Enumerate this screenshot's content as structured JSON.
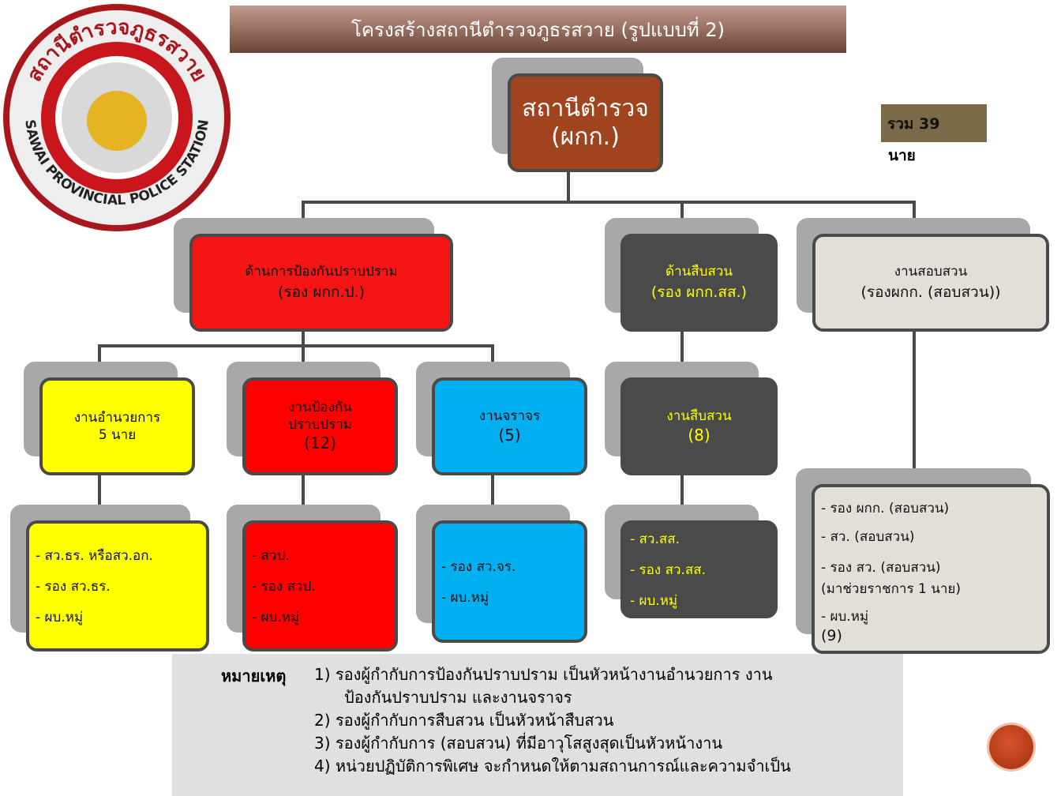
{
  "title": "โครงสร้างสถานีตำรวจภูธรสวาย (รูปแบบที่ 2)",
  "logo": {
    "text_top": "สถานีตำรวจภูธรสวาย",
    "text_bottom": "SAWAI PROVINCIAL POLICE STATION"
  },
  "total": {
    "label": "รวม 39",
    "unit": "นาย"
  },
  "root": {
    "line1": "สถานีตำรวจ",
    "line2": "(ผกก.)"
  },
  "level2": [
    {
      "line1": "ด้านการป้องกันปราบปราม",
      "line2": "(รอง ผกก.ป.)"
    },
    {
      "line1": "ด้านสืบสวน",
      "line2": "(รอง ผกก.สส.)"
    },
    {
      "line1": "งานสอบสวน",
      "line2": "(รองผกก. (สอบสวน))"
    }
  ],
  "level3": [
    {
      "line1": "งานอำนวยการ",
      "line2": "5 นาย"
    },
    {
      "line1": "งานป้องกัน",
      "line2": "ปราบปราม",
      "line3": "(12)"
    },
    {
      "line1": "งานจราจร",
      "line2": "(5)"
    },
    {
      "line1": "งานสืบสวน",
      "line2": "(8)"
    }
  ],
  "level4": [
    {
      "items": [
        "- สว.ธร. หรือสว.อก.",
        "- รอง สว.ธร.",
        "- ผบ.หมู่"
      ]
    },
    {
      "items": [
        "- สวป.",
        "- รอง สวป.",
        "- ผบ.หมู่"
      ]
    },
    {
      "items": [
        "- รอง สว.จร.",
        "- ผบ.หมู่"
      ]
    },
    {
      "items": [
        "- สว.สส.",
        "- รอง สว.สส.",
        "- ผบ.หมู่"
      ]
    },
    {
      "items": [
        "- รอง ผกก. (สอบสวน)",
        "- สว. (สอบสวน)",
        "- รอง สว. (สอบสวน)",
        "(มาช่วยราชการ 1 นาย)",
        "- ผบ.หมู่",
        "(9)"
      ]
    }
  ],
  "note": {
    "label": "หมายเหตุ",
    "lines": [
      "1) รองผู้กำกับการป้องกันปราบปราม เป็นหัวหน้างานอำนวยการ งาน",
      "ป้องกันปราบปราม และงานจราจร",
      "2) รองผู้กำกับการสืบสวน เป็นหัวหน้าสืบสวน",
      "3) รองผู้กำกับการ (สอบสวน) ที่มีอาวุโสสูงสุดเป็นหัวหน้างาน",
      "4) หน่วยปฏิบัติการพิเศษ จะกำหนดให้ตามสถานการณ์และความจำเป็น"
    ]
  },
  "colors": {
    "root": "#a0441f",
    "red": "#ff0000",
    "yellow": "#ffff00",
    "blue": "#00b0f0",
    "dark": "#4a4a4a",
    "light": "#e2ded8"
  }
}
